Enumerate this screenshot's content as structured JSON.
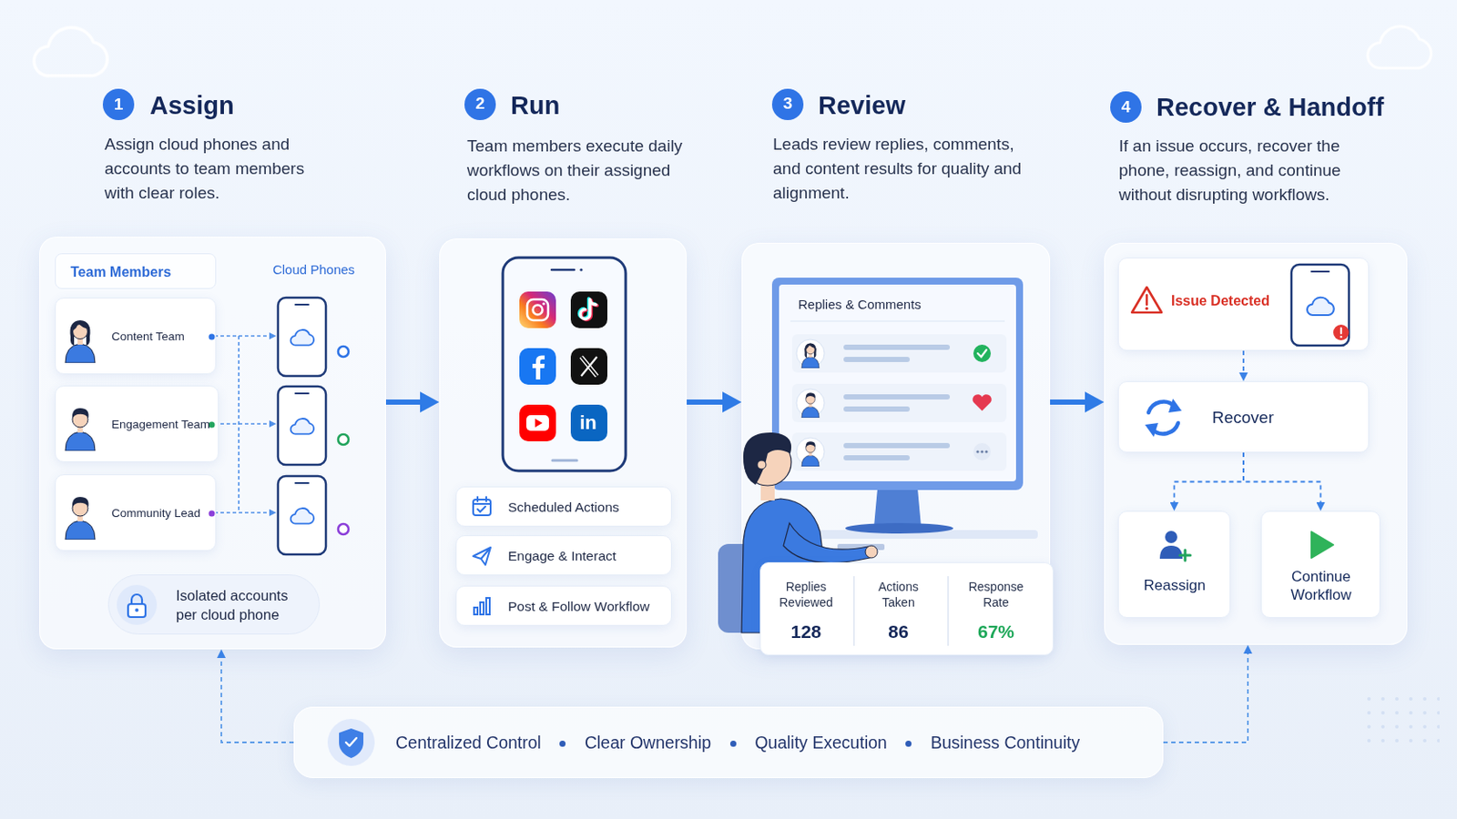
{
  "diagram": {
    "nodes": [
      {
        "text": [
          "Assign",
          "Assign cloud phones and accounts to team members with clear roles."
        ]
      },
      {
        "text": [
          "Team Members"
        ],
        "in": 0
      },
      {
        "text": [
          "Content Team"
        ],
        "in": 0
      },
      {
        "text": [
          "Engagement Team"
        ],
        "in": 0
      },
      {
        "text": [
          "Community Lead"
        ],
        "in": 0
      },
      {
        "text": [
          "Isolated accounts per cloud phone"
        ],
        "in": 0
      },
      {
        "text": [
          "Run",
          "Team members execute daily workflows on their assigned cloud phones."
        ]
      },
      {
        "text": [
          "Scheduled Actions"
        ],
        "in": 6
      },
      {
        "text": [
          "Engage & Interact"
        ],
        "in": 6
      },
      {
        "text": [
          "Post & Follow Workflow"
        ],
        "in": 6
      },
      {
        "text": [
          "Review",
          "Leads review replies, comments, and content results for quality and alignment."
        ]
      },
      {
        "text": [
          "Replies & Comments"
        ],
        "in": 10
      },
      {
        "text": [
          "Replies Reviewed",
          "128",
          "Actions Taken",
          "86",
          "Response Rate",
          "67%"
        ],
        "in": 10
      },
      {
        "text": [
          "Recover & Handoff",
          "If an issue occurs, recover the phone, reassign, and continue without disrupting workflows."
        ]
      },
      {
        "text": [
          "Issue Detected"
        ],
        "in": 13
      },
      {
        "text": [
          "Recover"
        ],
        "in": 13
      },
      {
        "text": [
          "Reassign"
        ],
        "in": 13
      },
      {
        "text": [
          "Continue Workflow"
        ],
        "in": 13
      },
      {
        "text": [
          "Centralized Control",
          "Clear Ownership",
          "Quality Execution",
          "Business Continuity"
        ]
      }
    ],
    "edges": [
      {
        "from": 0,
        "to": 6,
        "arrow": "to"
      },
      {
        "from": 6,
        "to": 10,
        "arrow": "to"
      },
      {
        "from": 10,
        "to": 13,
        "arrow": "to"
      },
      {
        "from": 14,
        "to": 15,
        "arrow": "to"
      },
      {
        "from": 15,
        "to": 16,
        "arrow": "to"
      },
      {
        "from": 15,
        "to": 17,
        "arrow": "to"
      },
      {
        "from": 18,
        "to": 0,
        "arrow": "to"
      },
      {
        "from": 18,
        "to": 13,
        "arrow": "to"
      }
    ],
    "labels": [
      "1",
      "2",
      "3",
      "4",
      "Cloud Phones",
      "in"
    ]
  }
}
